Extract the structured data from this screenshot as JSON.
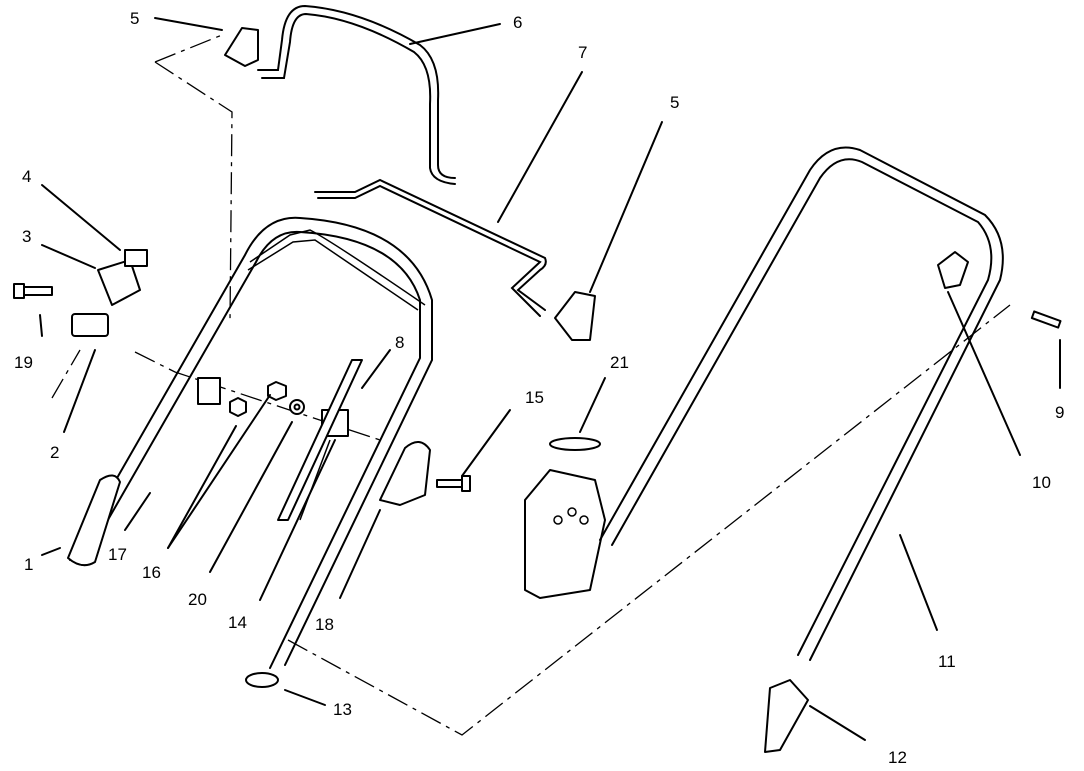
{
  "callouts": [
    "1",
    "2",
    "3",
    "4",
    "5",
    "6",
    "7",
    "5",
    "8",
    "9",
    "10",
    "11",
    "12",
    "13",
    "14",
    "15",
    "16",
    "17",
    "18",
    "19",
    "20",
    "21"
  ]
}
